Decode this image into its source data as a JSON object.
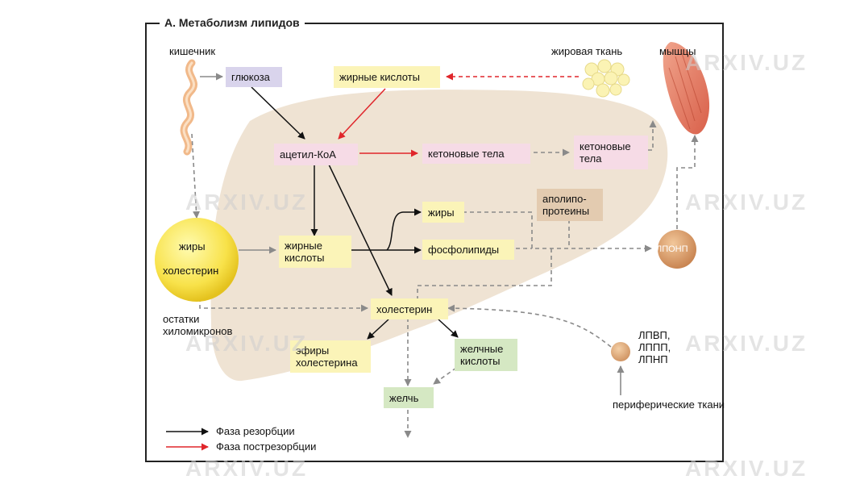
{
  "title": "А. Метаболизм липидов",
  "labels": {
    "intestine": "кишечник",
    "adipose": "жировая ткань",
    "muscles": "мышцы",
    "fats_circle": "жиры",
    "cholesterol_circle": "холестерин",
    "remnants": "остатки хиломикронов",
    "peripheral": "периферические ткани",
    "lipoproteins_small": "ЛПВП, ЛППП, ЛПНП",
    "vldl": "ЛПОНП"
  },
  "boxes": {
    "glucose": "глюкоза",
    "fatty_acids_top": "жирные кислоты",
    "acetyl_coa": "ацетил-КоА",
    "ketone_bodies_liver": "кетоновые тела",
    "ketone_bodies_out": "кетоновые тела",
    "fats": "жиры",
    "apolipoproteins": "аполипо-протеины",
    "fatty_acids": "жирные кислоты",
    "phospholipids": "фосфолипиды",
    "cholesterol": "холестерин",
    "cholesterol_esters": "эфиры холестерина",
    "bile_acids": "желчные кислоты",
    "bile": "желчь"
  },
  "legend": {
    "resorption": "Фаза резорбции",
    "postresorption": "Фаза пострезорбции"
  },
  "colors": {
    "black_arrow": "#111111",
    "red_arrow": "#e0262b",
    "gray_arrow": "#8a8a8a",
    "liver": "#efe3d3",
    "yellow_box": "#fbf4b8",
    "pink_box": "#f6dbe6",
    "lilac_box": "#d9d4ec",
    "green_box": "#d5e8c3",
    "tan_box": "#e3cbb0"
  },
  "watermark": "ARXIV.UZ"
}
